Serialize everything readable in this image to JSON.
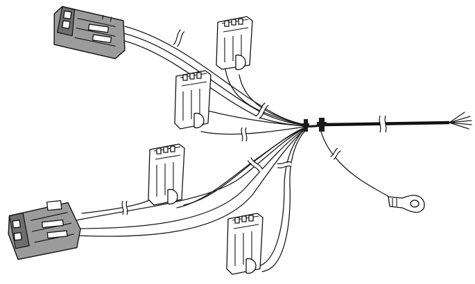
{
  "diagram": {
    "colors": {
      "wire": "#1a1a1a",
      "connector_gray": "#9b9b9b",
      "connector_white": "#ffffff",
      "background": "#ffffff"
    },
    "components": [
      {
        "id": "gray-connector-top"
      },
      {
        "id": "gray-connector-bottom"
      },
      {
        "id": "white-connector-1"
      },
      {
        "id": "white-connector-2"
      },
      {
        "id": "white-connector-3"
      },
      {
        "id": "white-connector-4"
      },
      {
        "id": "ring-terminal"
      },
      {
        "id": "main-trunk-cable"
      },
      {
        "id": "splice-clamp"
      }
    ]
  }
}
